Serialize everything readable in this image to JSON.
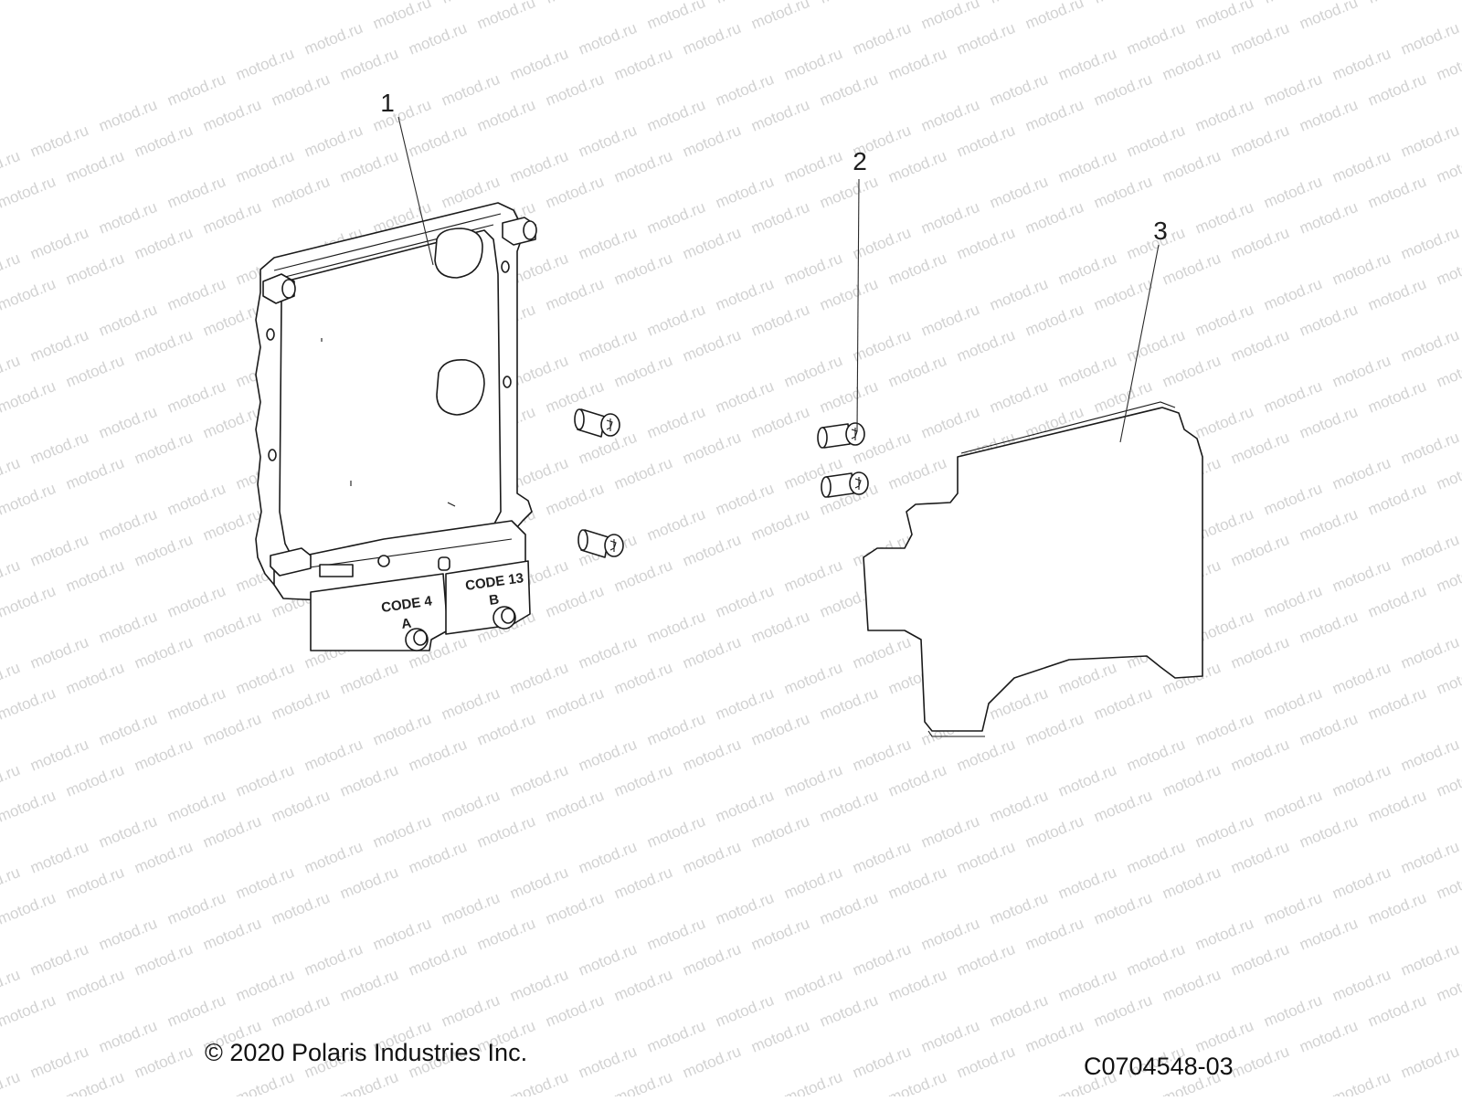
{
  "watermark": {
    "text": "motod.ru"
  },
  "callouts": [
    {
      "id": "callout-1",
      "label": "1"
    },
    {
      "id": "callout-2",
      "label": "2"
    },
    {
      "id": "callout-3",
      "label": "3"
    }
  ],
  "ecu": {
    "connector_a": {
      "line1": "CODE 4",
      "line2": "A"
    },
    "connector_b": {
      "line1": "CODE 13",
      "line2": "B"
    }
  },
  "footer": {
    "copyright": "© 2020 Polaris Industries Inc.",
    "diagram_code": "C0704548-03"
  },
  "colors": {
    "line": "#1a1a1a",
    "watermark": "#d2d2d2",
    "background": "#ffffff"
  }
}
